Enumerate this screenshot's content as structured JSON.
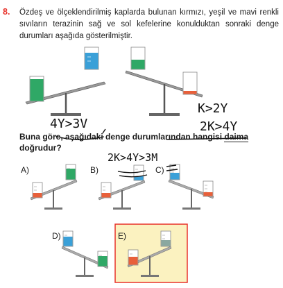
{
  "question": {
    "number": "8.",
    "text": "Özdeş ve ölçeklendirilmiş kaplarda bulunan kırmızı, yeşil ve mavi renkli sıvıların terazinin sağ ve sol kefelerine konulduktan sonraki denge durumları aşağıda gösterilmiştir.",
    "prompt_part1": "Buna göre, aşağıdaki denge durumlarından hangisi",
    "prompt_daima": "daima",
    "prompt_part2": "doğrudur?"
  },
  "options": [
    "A)",
    "B)",
    "C)",
    "D)",
    "E)"
  ],
  "handwriting": {
    "note_1": "4Y>3V",
    "note_2": "K>2Y",
    "note_3": "2K>4Y",
    "note_4": "2K>4Y>3M"
  },
  "colors": {
    "red": "#e8603a",
    "green": "#2fa866",
    "blue": "#3aa0d8",
    "highlight_bg": "#fbf2c0",
    "highlight_border": "#e8322b"
  }
}
